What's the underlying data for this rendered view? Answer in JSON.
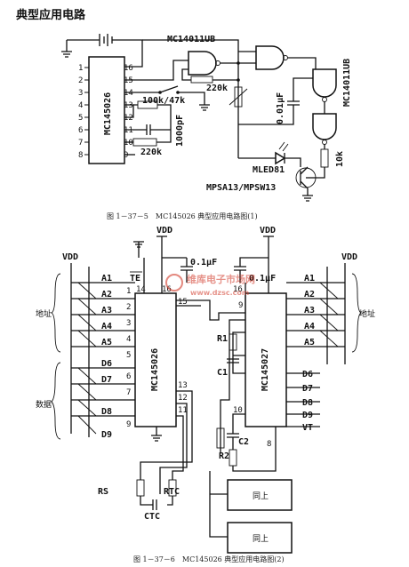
{
  "title": "典型应用电路",
  "fig1": {
    "chip": "MC145026",
    "pins_left": [
      "1",
      "2",
      "3",
      "4",
      "5",
      "6",
      "7",
      "8"
    ],
    "pins_right": [
      "16",
      "15",
      "14",
      "13",
      "12",
      "11",
      "10",
      "9"
    ],
    "gate_label_top": "MC14011UB",
    "gate_label_side": "MC14011UB",
    "r_220k_a": "220k",
    "r_100k_47k": "100k/47k",
    "c_1000pf": "1000pF",
    "r_220k_b": "220k",
    "c_01uf": "0.01μF",
    "r_10k": "10k",
    "led": "MLED81",
    "transistor": "MPSA13/MPSW13",
    "caption": "图 1－37－5　MC145026 典型应用电路图(1)"
  },
  "fig2": {
    "vdd": "VDD",
    "vdd_left": "VDD",
    "vdd_right": "VDD",
    "chip_a": "MC145026",
    "chip_b": "MC145027",
    "te": "TE",
    "pin14": "14",
    "pin16_a": "16",
    "c01_a": "0.1μF",
    "c01_b": "0.1μF",
    "pin16_b": "16",
    "pin15": "15",
    "pin9": "9",
    "a_labels_left": [
      "A1",
      "A2",
      "A3",
      "A4",
      "A5"
    ],
    "a_pins_left": [
      "1",
      "2",
      "3",
      "4",
      "5"
    ],
    "d_labels_left": [
      "D6",
      "D7",
      "D8",
      "D9"
    ],
    "d_pins_left": [
      "6",
      "7",
      "9"
    ],
    "a_labels_right": [
      "A1",
      "A2",
      "A3",
      "A4",
      "A5"
    ],
    "d_labels_right": [
      "D6",
      "D7",
      "D8",
      "D9",
      "VT"
    ],
    "pins_13_12_11": [
      "13",
      "12",
      "11"
    ],
    "addr": "地址",
    "data": "数据",
    "addr_right": "地址",
    "r1": "R1",
    "c1": "C1",
    "c2": "C2",
    "r2": "R2",
    "pin10": "10",
    "pin8": "8",
    "rs": "RS",
    "ctc": "CTC",
    "rtc": "RTC",
    "same1": "同上",
    "same2": "同上",
    "caption": "图 1－37－6　MC145026 典型应用电路图(2)"
  },
  "watermark": {
    "line1": "维库电子市场网",
    "line2": "www.dzsc.com"
  }
}
